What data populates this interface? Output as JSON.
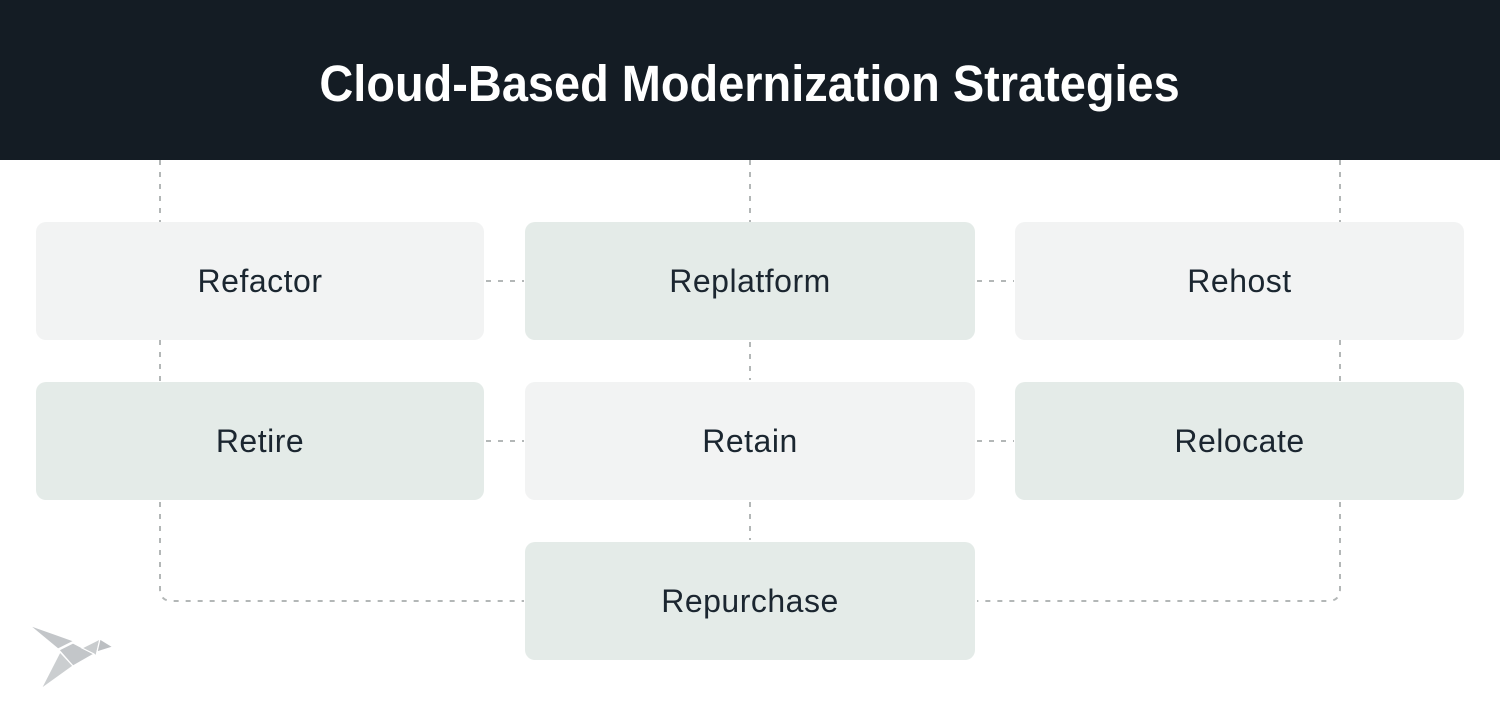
{
  "header": {
    "title": "Cloud-Based Modernization Strategies",
    "bg_color": "#141c24",
    "text_color": "#ffffff"
  },
  "diagram": {
    "boxes": [
      {
        "id": "refactor",
        "label": "Refactor",
        "variant": "gray",
        "row": 1,
        "col": "left"
      },
      {
        "id": "replatform",
        "label": "Replatform",
        "variant": "green",
        "row": 1,
        "col": "mid"
      },
      {
        "id": "rehost",
        "label": "Rehost",
        "variant": "gray",
        "row": 1,
        "col": "right"
      },
      {
        "id": "retire",
        "label": "Retire",
        "variant": "green",
        "row": 2,
        "col": "left"
      },
      {
        "id": "retain",
        "label": "Retain",
        "variant": "gray",
        "row": 2,
        "col": "mid"
      },
      {
        "id": "relocate",
        "label": "Relocate",
        "variant": "green",
        "row": 2,
        "col": "right"
      },
      {
        "id": "repurchase",
        "label": "Repurchase",
        "variant": "green",
        "row": 3,
        "col": "mid"
      }
    ],
    "connector_style": "dotted",
    "colors": {
      "gray_box": "#f2f3f3",
      "green_box": "#e4ebe8",
      "connector": "#b3b7b7",
      "label_text": "#1b2630"
    }
  },
  "logo": {
    "icon": "origami-bird",
    "color": "#c6c9cb"
  }
}
